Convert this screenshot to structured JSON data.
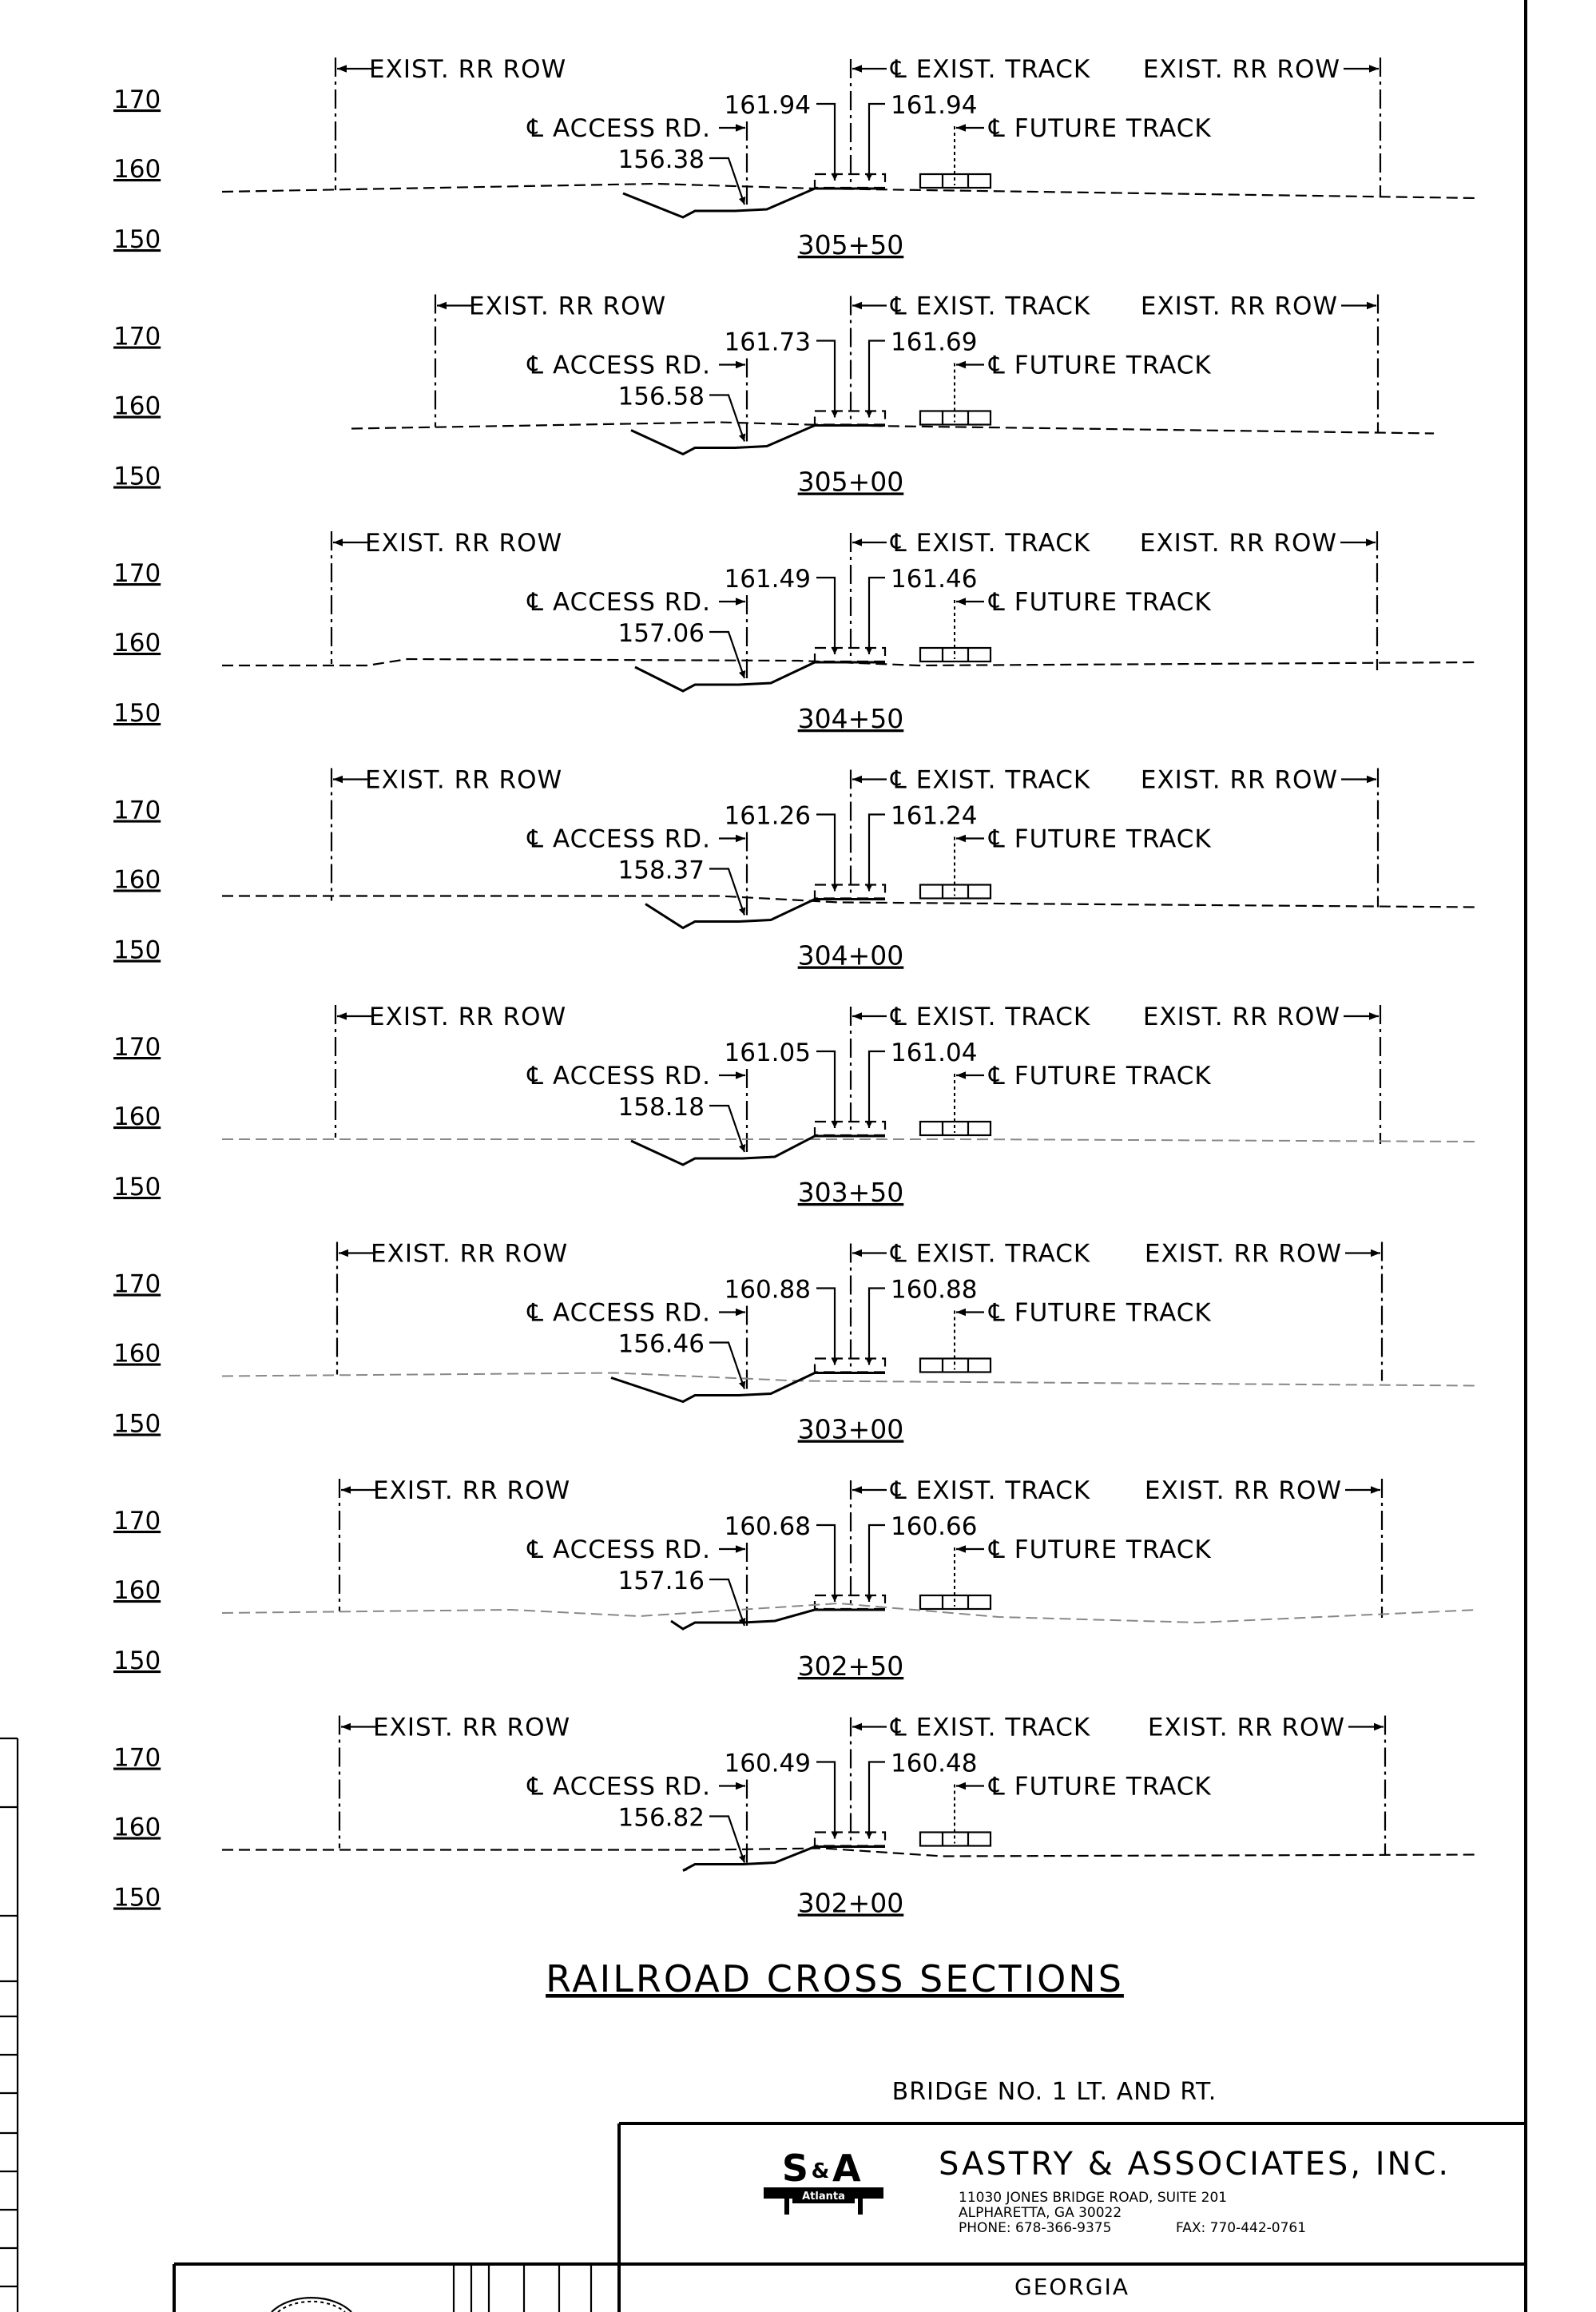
{
  "labels": {
    "exist_rr_row": "EXIST. RR ROW",
    "exist_track": "EXIST. TRACK",
    "future_track": "FUTURE TRACK",
    "access_rd": "ACCESS RD.",
    "centerline_symbol": "℄"
  },
  "elevation_axis": [
    "170",
    "160",
    "150"
  ],
  "sections": [
    {
      "station": "305+50",
      "elev_left": "161.94",
      "elev_right": "161.94",
      "elev_access": "156.38",
      "ground": "dashed"
    },
    {
      "station": "305+00",
      "elev_left": "161.73",
      "elev_right": "161.69",
      "elev_access": "156.58",
      "ground": "dashed"
    },
    {
      "station": "304+50",
      "elev_left": "161.49",
      "elev_right": "161.46",
      "elev_access": "157.06",
      "ground": "dashed"
    },
    {
      "station": "304+00",
      "elev_left": "161.26",
      "elev_right": "161.24",
      "elev_access": "158.37",
      "ground": "dashed"
    },
    {
      "station": "303+50",
      "elev_left": "161.05",
      "elev_right": "161.04",
      "elev_access": "158.18",
      "ground": "gray"
    },
    {
      "station": "303+00",
      "elev_left": "160.88",
      "elev_right": "160.88",
      "elev_access": "156.46",
      "ground": "gray"
    },
    {
      "station": "302+50",
      "elev_left": "160.68",
      "elev_right": "160.66",
      "elev_access": "157.16",
      "ground": "gray"
    },
    {
      "station": "302+00",
      "elev_left": "160.49",
      "elev_right": "160.48",
      "elev_access": "156.82",
      "ground": "dashed"
    }
  ],
  "sheet": {
    "title": "RAILROAD CROSS SECTIONS",
    "subtitle": "BRIDGE NO. 1 LT. AND RT."
  },
  "title_block": {
    "logo_text": "S",
    "logo_amp": "&",
    "logo_text2": "A",
    "logo_sub": "Atlanta",
    "company": "SASTRY & ASSOCIATES, INC.",
    "address1": "11030 JONES BRIDGE ROAD, SUITE 201",
    "address2": "ALPHARETTA, GA 30022",
    "phone": "PHONE: 678-366-9375",
    "fax": "FAX: 770-442-0761",
    "state": "GEORGIA"
  }
}
